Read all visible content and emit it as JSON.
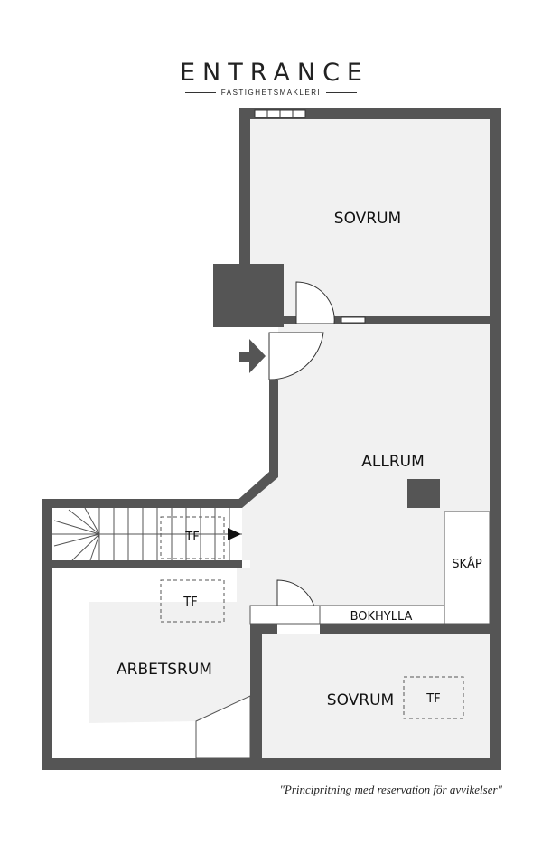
{
  "brand": {
    "name": "ENTRANCE",
    "tagline": "FASTIGHETSMÄKLERI"
  },
  "rooms": {
    "sovrum_top": "SOVRUM",
    "allrum": "ALLRUM",
    "skap": "SKÅP",
    "bokhylla": "BOKHYLLA",
    "arbetsrum": "ARBETSRUM",
    "sovrum_bottom": "SOVRUM"
  },
  "markers": {
    "tf_stairs": "TF",
    "tf_arbetsrum": "TF",
    "tf_sovrum": "TF"
  },
  "disclaimer": "\"Principritning med reservation för avvikelser\"",
  "colors": {
    "wall": "#555555",
    "floor": "#f1f1f1",
    "line": "#333333"
  }
}
